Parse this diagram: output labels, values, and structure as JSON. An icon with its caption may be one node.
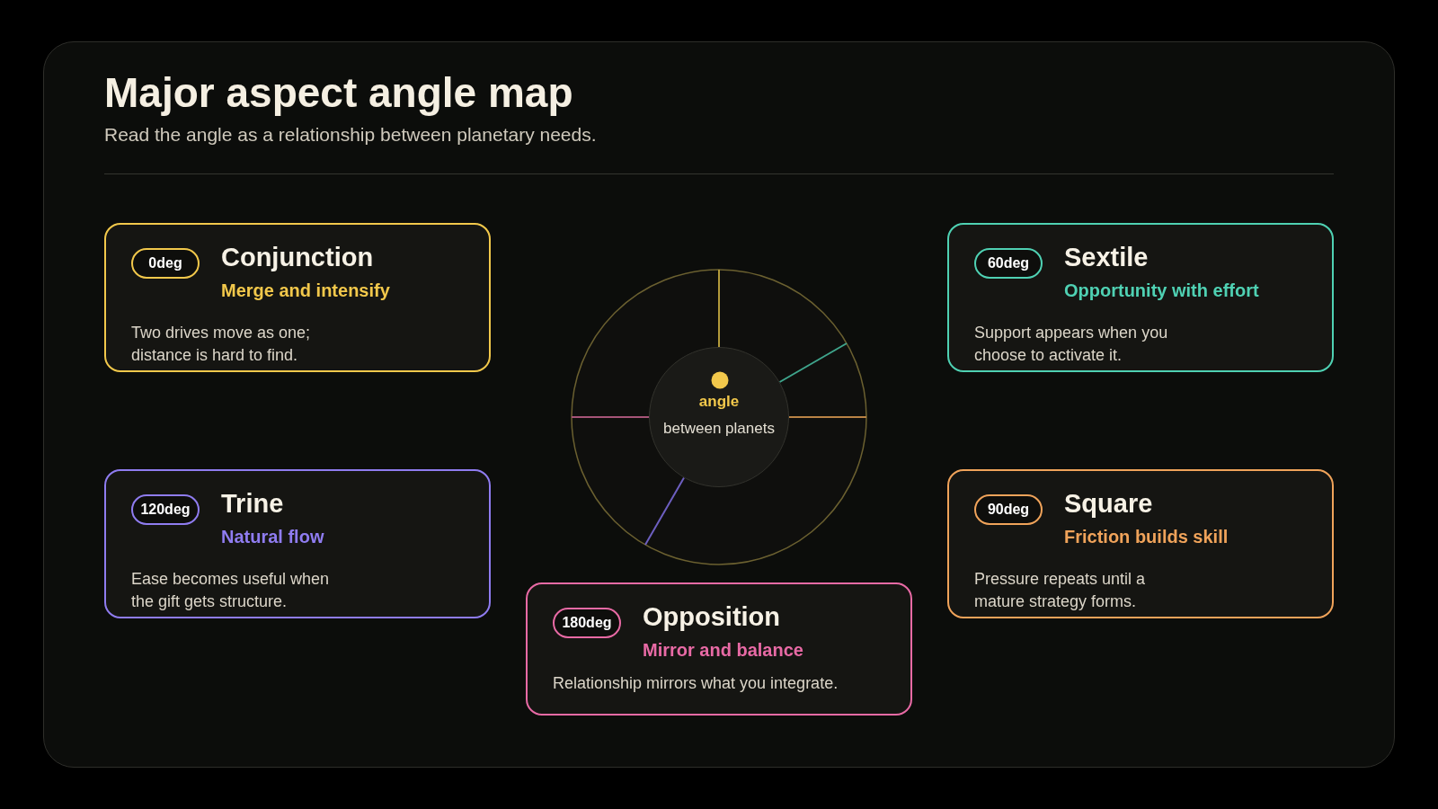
{
  "diagram": {
    "title": "Major aspect angle map",
    "caption": "Read the angle as a relationship between planetary needs.",
    "nodes": [
      {
        "text": [
          "0deg",
          "Conjunction",
          "Merge and intensify",
          "Two drives move as one; distance is hard to find."
        ]
      },
      {
        "text": [
          "60deg",
          "Sextile",
          "Opportunity with effort",
          "Support appears when you choose to activate it."
        ]
      },
      {
        "text": [
          "angle",
          "between planets"
        ]
      },
      {
        "text": [
          "120deg",
          "Trine",
          "Natural flow",
          "Ease becomes useful when the gift gets structure."
        ]
      },
      {
        "text": [
          "90deg",
          "Square",
          "Friction builds skill",
          "Pressure repeats until a mature strategy forms."
        ]
      },
      {
        "text": [
          "180deg",
          "Opposition",
          "Mirror and balance",
          "Relationship mirrors what you integrate."
        ]
      }
    ],
    "edges": []
  }
}
